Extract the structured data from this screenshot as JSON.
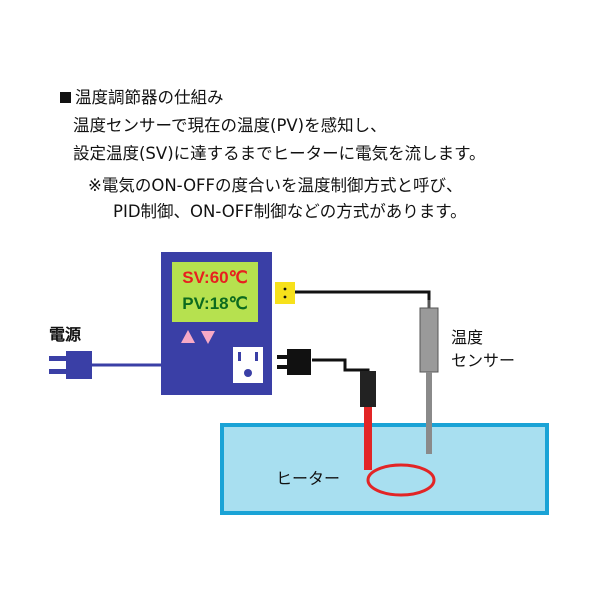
{
  "heading": "温度調節器の仕組み",
  "lines": [
    "温度センサーで現在の温度(PV)を感知し、",
    "設定温度(SV)に達するまでヒーターに電気を流します。"
  ],
  "notes": [
    "※電気のON-OFFの度合いを温度制御方式と呼び、",
    "PID制御、ON-OFF制御などの方式があります。"
  ],
  "controller": {
    "sv": "SV:60℃",
    "pv": "PV:18℃",
    "up_icon": "triangle-up-icon",
    "down_icon": "triangle-down-icon",
    "outlet_icon": "power-outlet-icon"
  },
  "labels": {
    "power": "電源",
    "sensor_line1": "温度",
    "sensor_line2": "センサー",
    "heater": "ヒーター"
  },
  "colors": {
    "controller_body": "#3a3fa6",
    "display_bg": "#b6e14f",
    "sv_text": "#e8201f",
    "pv_text": "#0c6a1e",
    "button": "#f7a9c6",
    "water_fill": "#a8dff0",
    "water_border": "#1aa3d6",
    "heater_wire": "#e22526",
    "connector_yellow": "#f7e11b"
  }
}
